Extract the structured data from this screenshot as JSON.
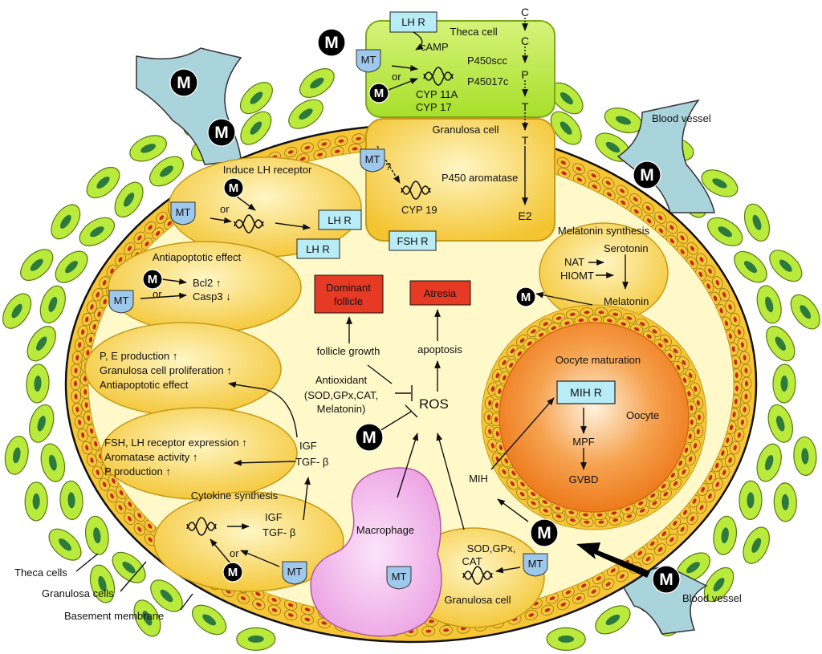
{
  "colors": {
    "theca_cell": "#b9ea3c",
    "theca_cell_border": "#5a7a10",
    "theca_nucleus": "#2d7a3e",
    "granulosa_cell": "#f6c637",
    "granulosa_nucleus": "#c4271c",
    "follicle_fluid": "#fff8c8",
    "cell_compartment": "#f7cf4a",
    "blood_vessel": "#a9d4dc",
    "macrophage": "#f2a5e6",
    "oocyte": "#f28b2a",
    "receptor_box": "#b8ecf6",
    "mt_receptor": "#9ec8ec",
    "red_box": "#e63a25",
    "melatonin_badge": "#000000"
  },
  "icons": {
    "melatonin": "black-circle-M",
    "dna": "dna-strand-icon",
    "mt_receptor": "receptor-shield-icon"
  },
  "labels": {
    "melatonin": "M",
    "mt": "MT",
    "theca_cell": "Theca cell",
    "lh_r": "LH R",
    "camp": "cAMP",
    "or": "or",
    "p450scc": "P450scc",
    "p45017c": "P45017c",
    "cyp11a": "CYP 11A",
    "cyp17": "CYP 17",
    "steroid_c": "C",
    "steroid_p": "P",
    "steroid_t": "T",
    "e2": "E2",
    "granulosa_cell": "Granulosa cell",
    "question": "?",
    "p450_aromatase": "P450 aromatase",
    "cyp19": "CYP 19",
    "fsh_r": "FSH R",
    "blood_vessel": "Blood vessel",
    "induce_lh": "Induce LH receptor",
    "antiapoptotic": "Antiapoptotic effect",
    "bcl2": "Bcl2 ↑",
    "casp3": "Casp3 ↓",
    "pe_production": "P, E production ↑",
    "granulosa_prolif": "Granulosa cell proliferation ↑",
    "antiapoptotic2": "Antiapoptotic effect",
    "fsh_lh_expr": "FSH, LH receptor expression ↑",
    "aromatase_activity": "Aromatase activity ↑",
    "p_production": "P production ↑",
    "igf": "IGF",
    "tgf": "TGF- β",
    "cytokine_synthesis": "Cytokine synthesis",
    "dominant_follicle_1": "Dominant",
    "dominant_follicle_2": "follicle",
    "atresia": "Atresia",
    "follicle_growth": "follicle growth",
    "apoptosis": "apoptosis",
    "antioxidant": "Antioxidant",
    "antioxidant_list_1": "(SOD,GPx,CAT,",
    "antioxidant_list_2": "Melatonin)",
    "ros": "ROS",
    "melatonin_synthesis": "Melatonin synthesis",
    "nat": "NAT",
    "hiomt": "HIOMT",
    "serotonin": "Serotonin",
    "melatonin_word": "Melatonin",
    "oocyte_maturation": "Oocyte maturation",
    "mih_r": "MIH R",
    "oocyte": "Oocyte",
    "mpf": "MPF",
    "gvbd": "GVBD",
    "mih": "MIH",
    "macrophage": "Macrophage",
    "sod_gpx": "SOD,GPx,",
    "cat": "CAT",
    "theca_cells": "Theca cells",
    "granulosa_cells": "Granulosa cells",
    "basement_membrane": "Basement membrane"
  }
}
